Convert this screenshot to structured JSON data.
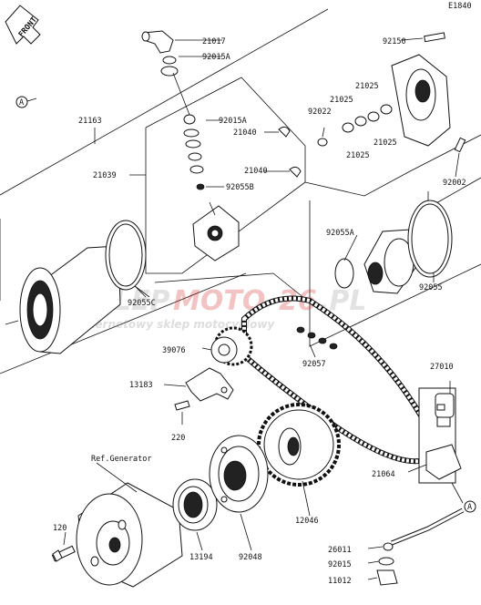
{
  "diagram": {
    "code": "E1840",
    "front_label": "FRONT",
    "ref_label": "Ref.Generator",
    "connector_label": "A",
    "watermark": {
      "brand_left": "SKLEP",
      "brand_mid": "MOTO",
      "brand_right": "26",
      "brand_tld": ".PL",
      "tagline": "internetowy sklep motocyklowy"
    },
    "part_numbers": {
      "p21017": "21017",
      "p92015A_top": "92015A",
      "p21163": "21163",
      "p92015A_mid": "92015A",
      "p21040_a": "21040",
      "p21039": "21039",
      "p21040_b": "21040",
      "p92055B": "92055B",
      "p92150": "92150",
      "p21025_a": "21025",
      "p21025_b": "21025",
      "p92022": "92022",
      "p21025_c": "21025",
      "p21025_d": "21025",
      "p92002": "92002",
      "p92055A": "92055A",
      "p92055C": "92055C",
      "p92055": "92055",
      "p39076": "39076",
      "p92057": "92057",
      "p27010": "27010",
      "p13183": "13183",
      "p220": "220",
      "p21064": "21064",
      "p12046": "12046",
      "p120": "120",
      "p13194": "13194",
      "p92048": "92048",
      "p26011": "26011",
      "p92015": "92015",
      "p11012": "11012"
    }
  }
}
